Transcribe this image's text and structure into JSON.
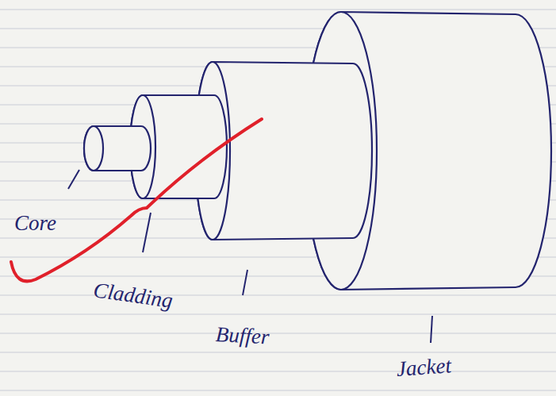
{
  "diagram": {
    "labels": [
      "Core",
      "Cladding",
      "Buffer",
      "Jacket"
    ]
  }
}
